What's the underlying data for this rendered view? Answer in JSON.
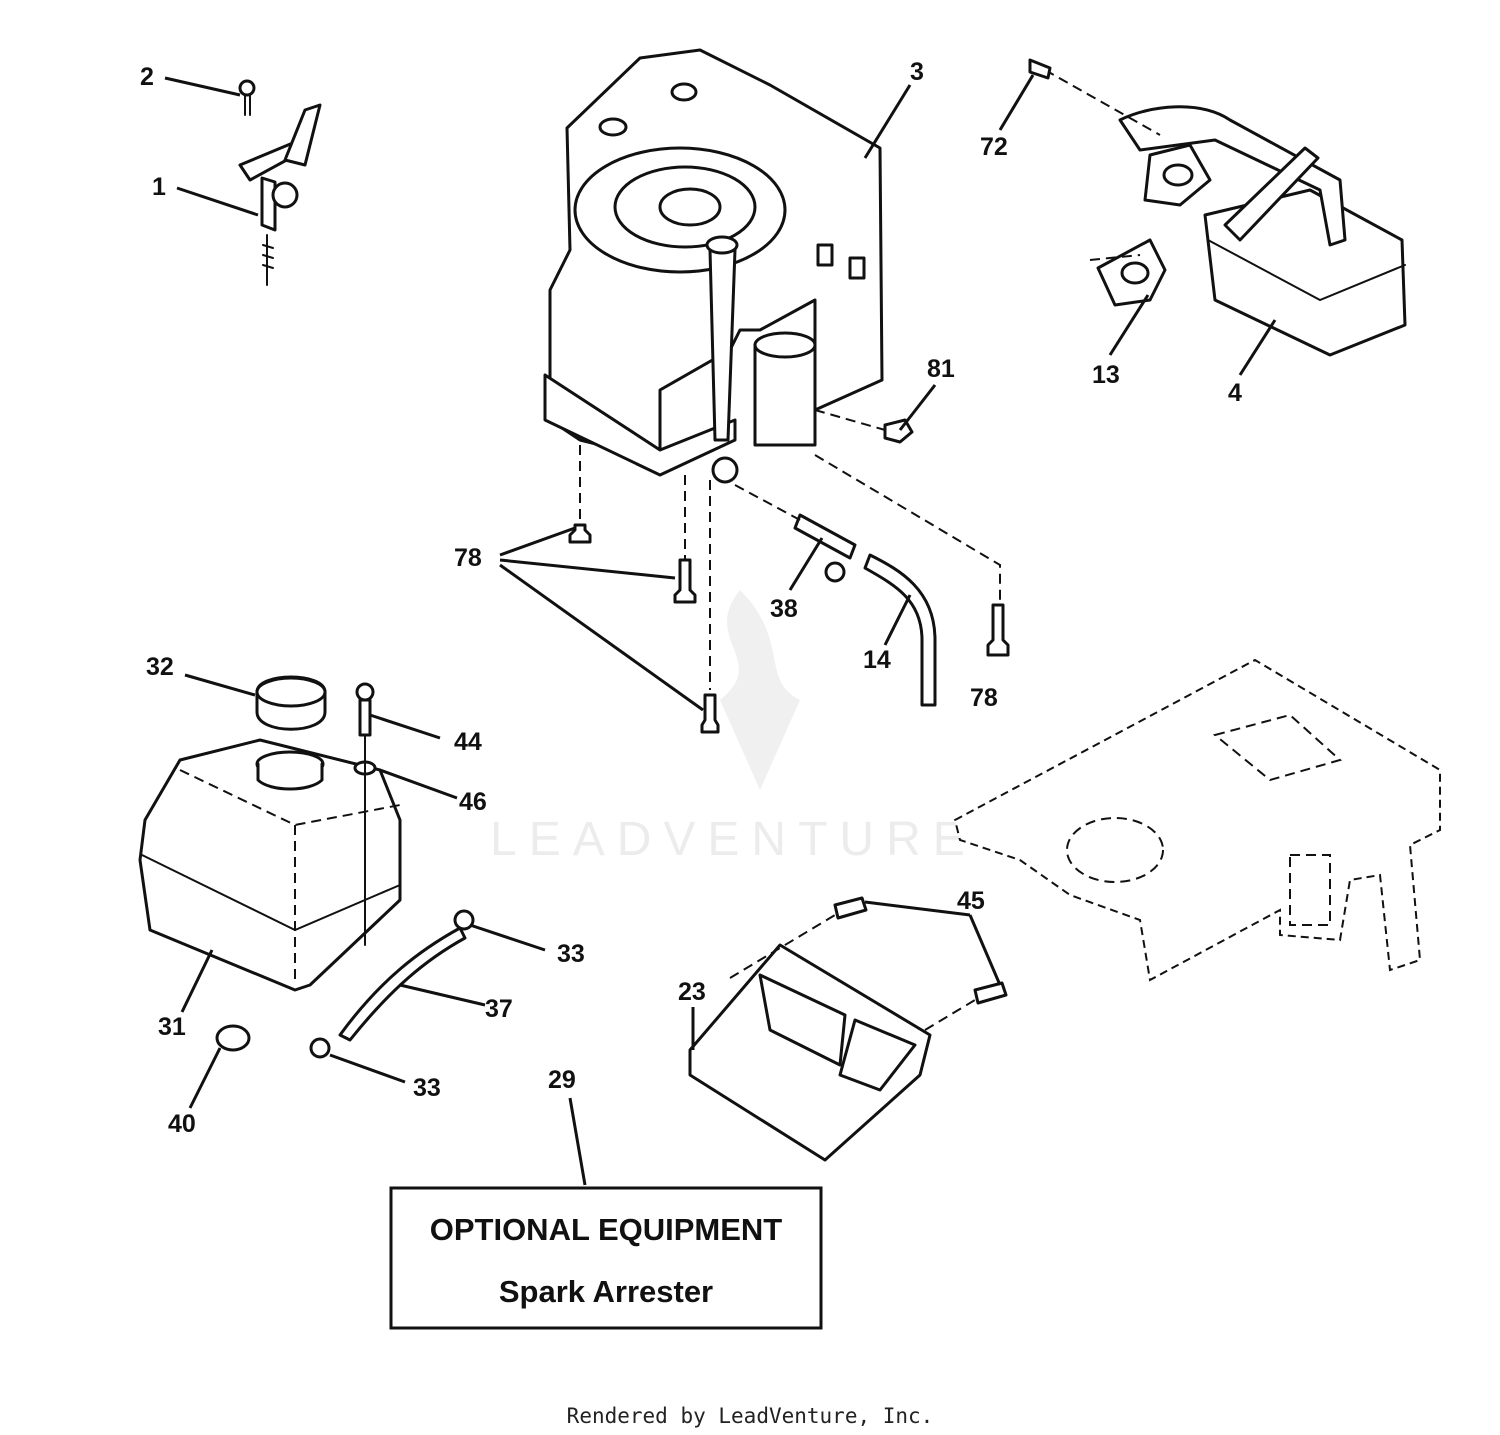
{
  "callouts": {
    "c1": "1",
    "c2": "2",
    "c3": "3",
    "c72": "72",
    "c13": "13",
    "c4": "4",
    "c81": "81",
    "c78a": "78",
    "c38": "38",
    "c14": "14",
    "c78b": "78",
    "c32": "32",
    "c44": "44",
    "c46": "46",
    "c33a": "33",
    "c37": "37",
    "c31": "31",
    "c40": "40",
    "c33b": "33",
    "c29": "29",
    "c23": "23",
    "c45": "45"
  },
  "optional_box": {
    "line1": "OPTIONAL EQUIPMENT",
    "line2": "Spark Arrester"
  },
  "watermark": "LEADVENTURE",
  "footer": "Rendered by LeadVenture, Inc."
}
